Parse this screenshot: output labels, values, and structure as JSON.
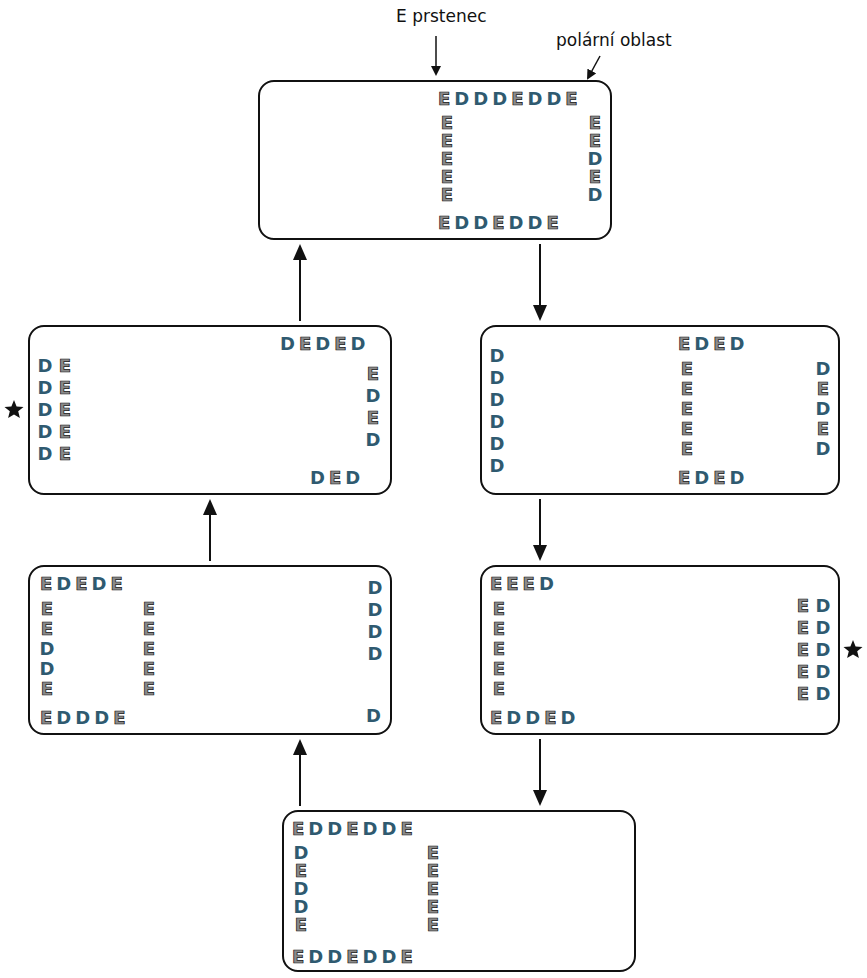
{
  "diagram": {
    "nodes": [
      {
        "text": [
          "EDDDEDDE",
          "EEDED",
          "EEEEE",
          "EDDEDDE"
        ]
      },
      {
        "text": [
          "DDDDD",
          "EEEEE",
          "DEDED",
          "EDED",
          "DED"
        ]
      },
      {
        "text": [
          "DDDDDD",
          "EDED",
          "EEEEE",
          "DEDED",
          "EDED"
        ]
      },
      {
        "text": [
          "EDEDE",
          "EEDDE",
          "EEEEE",
          "EDDDE",
          "DDDD",
          "D"
        ]
      },
      {
        "text": [
          "EEED",
          "EEEEE",
          "EDDED",
          "EEEEE",
          "DDDDD"
        ]
      },
      {
        "text": [
          "EDDEDDE",
          "DEDDE",
          "EEEEE",
          "EDDEDDE"
        ]
      }
    ],
    "edges": [
      {
        "from": 0,
        "to": 2,
        "arrow": "to"
      },
      {
        "from": 2,
        "to": 4,
        "arrow": "to"
      },
      {
        "from": 4,
        "to": 5,
        "arrow": "to"
      },
      {
        "from": 5,
        "to": 3,
        "arrow": "to"
      },
      {
        "from": 3,
        "to": 1,
        "arrow": "to"
      },
      {
        "from": 1,
        "to": 0,
        "arrow": "to"
      }
    ],
    "labels": [
      "E prstenec",
      "polární oblast"
    ]
  }
}
